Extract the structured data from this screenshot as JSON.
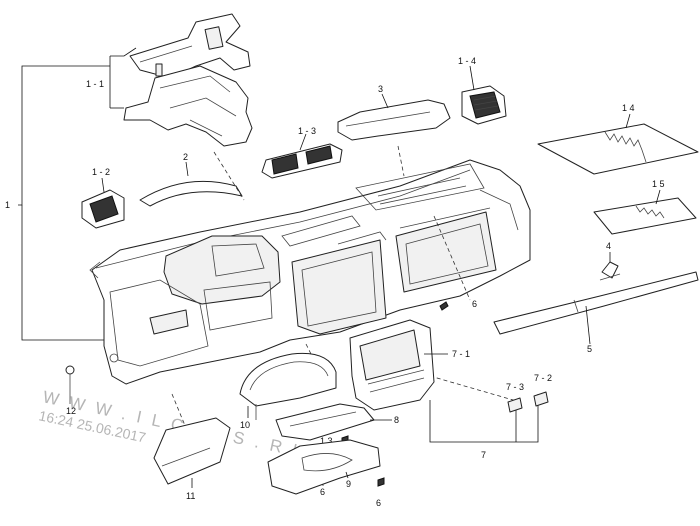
{
  "callouts": {
    "c1": "1",
    "c1_1": "1 - 1",
    "c1_2": "1 - 2",
    "c1_3": "1 - 3",
    "c1_4": "1 - 4",
    "c2": "2",
    "c3": "3",
    "c4": "4",
    "c5": "5",
    "c6a": "6",
    "c6b": "6",
    "c6c": "6",
    "c7": "7",
    "c7_1": "7 - 1",
    "c7_2": "7 - 2",
    "c7_3": "7 - 3",
    "c8": "8",
    "c9": "9",
    "c10": "10",
    "c11": "11",
    "c12": "12",
    "c13": "1 3",
    "c14": "1 4",
    "c15": "1 5"
  },
  "watermark": {
    "site": "W W W . I L C A T S . R U",
    "timestamp": "16:24 25.06.2017"
  }
}
